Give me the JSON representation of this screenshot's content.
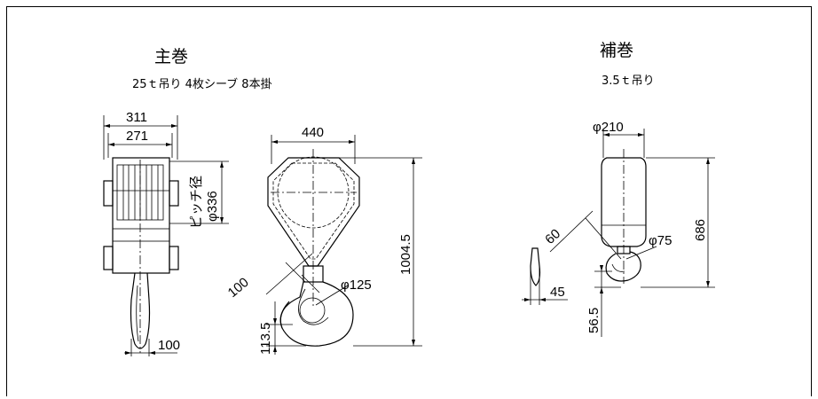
{
  "main_hook": {
    "title": "主巻",
    "subtitle": "25ｔ吊り 4枚シーブ 8本掛",
    "dims": {
      "width_outer": "311",
      "width_inner": "271",
      "pitch_label": "ピッチ径",
      "pitch_diameter": "φ336",
      "hook_base": "100",
      "block_width": "440",
      "total_height": "1004.5",
      "throat": "100",
      "hook_radius": "φ125",
      "hook_bottom": "113.5"
    }
  },
  "aux_hook": {
    "title": "補巻",
    "subtitle": "3.5ｔ吊り",
    "dims": {
      "diameter": "φ210",
      "throat": "60",
      "hook_radius": "φ75",
      "total_height": "686",
      "side_width": "45",
      "hook_bottom": "56.5"
    }
  }
}
